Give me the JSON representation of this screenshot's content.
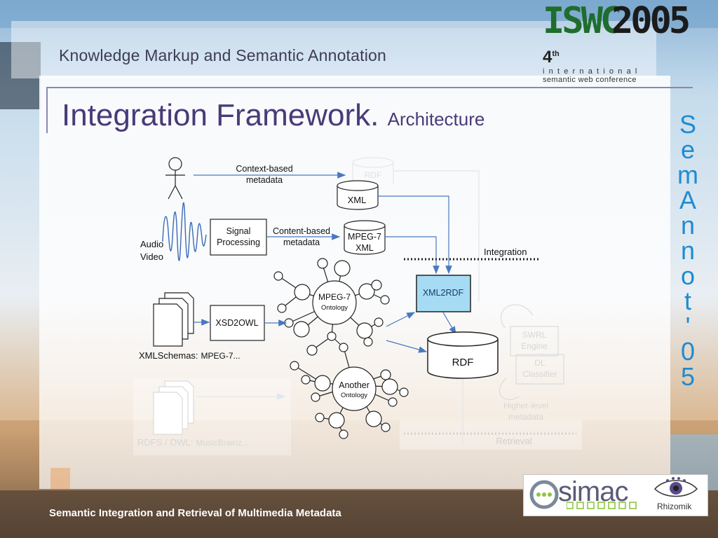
{
  "header": {
    "title": "Knowledge Markup and Semantic Annotation",
    "logo_isw": "ISWC",
    "logo_year": "2005",
    "conf_number": "4",
    "conf_suffix": "th",
    "conf_line1": "international",
    "conf_line2": "semantic web conference"
  },
  "slide": {
    "title": "Integration Framework.",
    "subtitle": "Architecture",
    "vertical_letters": [
      "S",
      "e",
      "m",
      "A",
      "n",
      "n",
      "o",
      "t",
      "'",
      "0",
      "5"
    ],
    "footer": "Semantic Integration and Retrieval of Multimedia Metadata"
  },
  "diagram": {
    "context_label_1": "Context-based",
    "context_label_2": "metadata",
    "rdf_faded": "RDF",
    "xml": "XML",
    "audio": "Audio",
    "video": "Video",
    "signal_1": "Signal",
    "signal_2": "Processing",
    "content_label_1": "Content-based",
    "content_label_2": "metadata",
    "mpeg7_1": "MPEG-7",
    "mpeg7_2": "XML",
    "integration": "Integration",
    "xml2rdf": "XML2RDF",
    "mpeg7_ont_1": "MPEG-7",
    "mpeg7_ont_2": "Ontology",
    "xsd2owl": "XSD2OWL",
    "xmlschemas": "XMLSchemas:",
    "xmlschemas_ex": "MPEG-7...",
    "rdf": "RDF",
    "swrl_1": "SWRL",
    "swrl_2": "Engine",
    "dl_1": "DL",
    "dl_2": "Classifier",
    "another_1": "Another",
    "another_2": "Ontology",
    "higher_1": "Higher-level",
    "higher_2": "metadata",
    "rdfs_owl": "RDFS / OWL:",
    "rdfs_owl_ex": "MusicBrainz...",
    "retrieval": "Retrieval"
  },
  "sponsors": {
    "simac": "simac",
    "rhizomik": "Rhizomik"
  },
  "colors": {
    "title_purple": "#4a3a78",
    "vertical_blue": "#1f8bd1",
    "xml2rdf_fill": "#a6dcf3",
    "arrow_blue": "#4a78c0",
    "isw_green": "#1f6d2d"
  }
}
